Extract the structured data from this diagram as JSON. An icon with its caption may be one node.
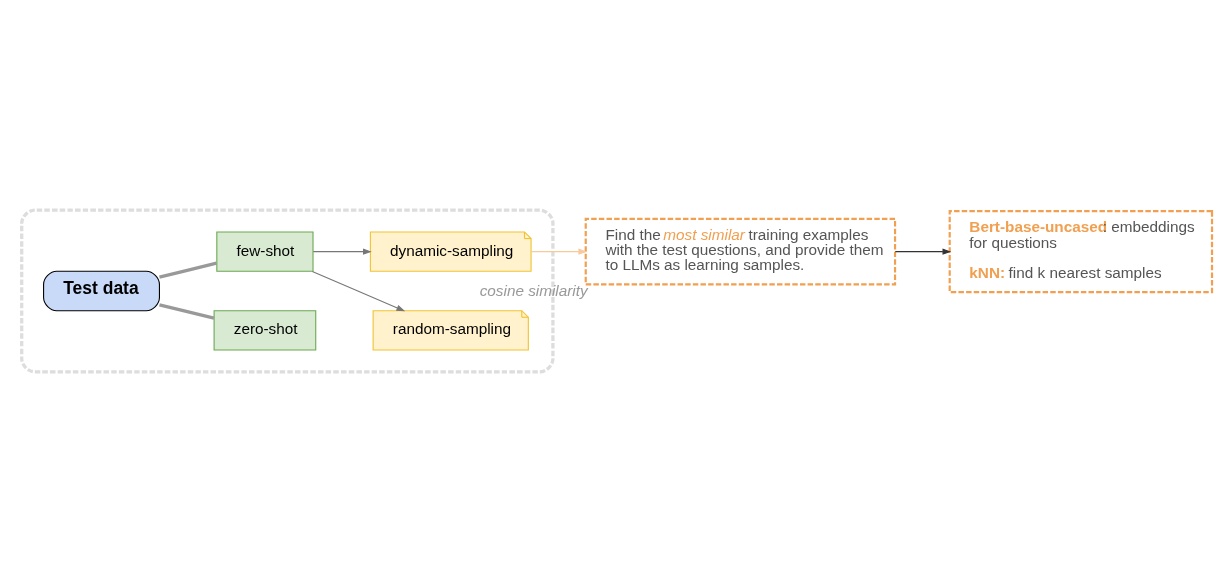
{
  "diagram": {
    "nodes": [
      {
        "text": [],
        "shape": "box"
      },
      {
        "text": [
          "Test data"
        ],
        "in": 0
      },
      {
        "text": [
          "zero-shot"
        ],
        "in": 0
      },
      {
        "text": [
          "few-shot"
        ],
        "in": 0
      },
      {
        "text": [
          "random-sampling"
        ],
        "in": 0
      },
      {
        "text": [
          "dynamic-sampling"
        ],
        "in": 0
      },
      {
        "text": [
          "Find the *most similar* training examples with the test questions, and provide them to LLMs as learning samples."
        ],
        "beside": [
          "cosine similarity"
        ]
      },
      {
        "text": [
          "**Bert-base-uncased**: embeddings for questions",
          "**kNN:** find k nearest samples"
        ]
      }
    ],
    "edges": [
      {
        "from": 1,
        "to": 2,
        "arrow": "none",
        "style": "thick"
      },
      {
        "from": 1,
        "to": 3,
        "arrow": "none",
        "style": "thick"
      },
      {
        "from": 3,
        "to": 4,
        "arrow": "to"
      },
      {
        "from": 3,
        "to": 5,
        "arrow": "to"
      },
      {
        "from": 5,
        "to": 6,
        "arrow": "to",
        "color": "#f8c99a"
      },
      {
        "from": 6,
        "to": 7,
        "arrow": "to",
        "color": "#333333"
      }
    ]
  }
}
